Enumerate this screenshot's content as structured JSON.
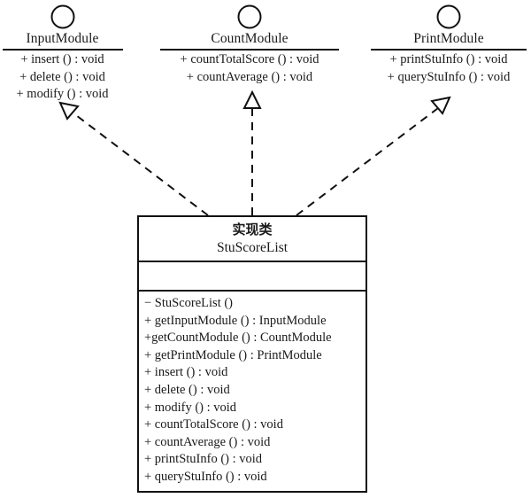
{
  "diagram": {
    "title": "StuScoreList UML class diagram",
    "line_color": "#111111",
    "background": "#ffffff",
    "relationship_type": "realization"
  },
  "interfaces": [
    {
      "name": "InputModule",
      "icon": "interface-lollipop-circle",
      "operations": [
        "+ insert () : void",
        "+ delete () : void",
        "+ modify () : void"
      ]
    },
    {
      "name": "CountModule",
      "icon": "interface-lollipop-circle",
      "operations": [
        "+ countTotalScore () : void",
        "+ countAverage () : void"
      ]
    },
    {
      "name": "PrintModule",
      "icon": "interface-lollipop-circle",
      "operations": [
        "+ printStuInfo () : void",
        "+ queryStuInfo () : void"
      ]
    }
  ],
  "implementation_class": {
    "stereotype": "实现类",
    "name": "StuScoreList",
    "attributes": [],
    "operations": [
      "− StuScoreList ()",
      "+ getInputModule () : InputModule",
      "+getCountModule () : CountModule",
      "+ getPrintModule () : PrintModule",
      "+ insert () : void",
      "+ delete () : void",
      "+ modify () : void",
      "+ countTotalScore () : void",
      "+ countAverage () : void",
      "+ printStuInfo () : void",
      "+ queryStuInfo () : void"
    ]
  },
  "edges": [
    {
      "from": "StuScoreList",
      "to": "InputModule",
      "style": "dashed",
      "arrowhead": "hollow-triangle"
    },
    {
      "from": "StuScoreList",
      "to": "CountModule",
      "style": "dashed",
      "arrowhead": "hollow-triangle"
    },
    {
      "from": "StuScoreList",
      "to": "PrintModule",
      "style": "dashed",
      "arrowhead": "hollow-triangle"
    }
  ]
}
